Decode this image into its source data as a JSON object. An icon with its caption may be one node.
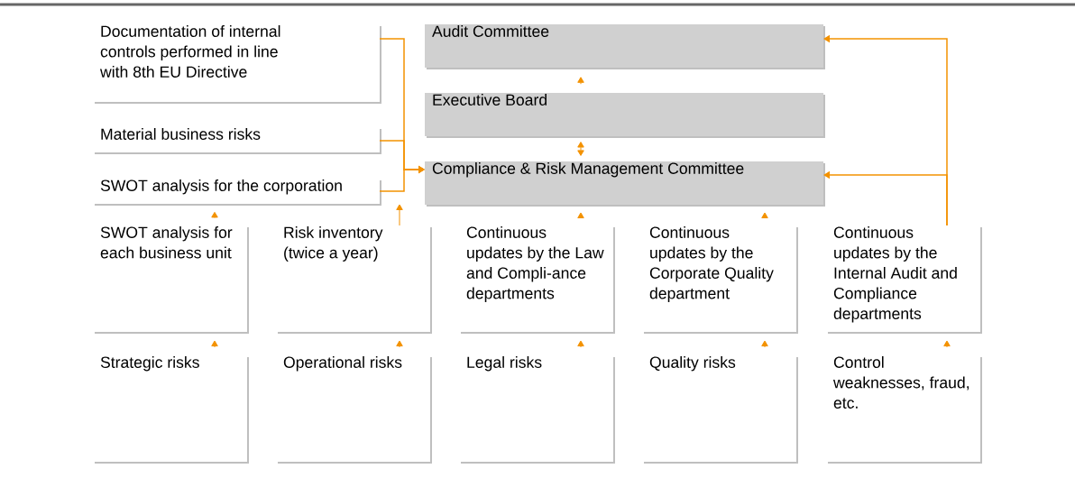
{
  "diagram": {
    "nodes": [
      {
        "text": [
          "Documentation of internal controls performed in line with 8th EU Directive"
        ]
      },
      {
        "text": [
          "Material business risks"
        ]
      },
      {
        "text": [
          "SWOT analysis for the corporation"
        ]
      },
      {
        "text": [
          "Audit Committee"
        ]
      },
      {
        "text": [
          "Executive Board"
        ]
      },
      {
        "text": [
          "Compliance & Risk Management Committee"
        ]
      },
      {
        "text": [
          "SWOT analysis for each business unit"
        ]
      },
      {
        "text": [
          "Risk inventory (twice a year)"
        ]
      },
      {
        "text": [
          "Continuous updates by the Law and Compli-ance departments"
        ]
      },
      {
        "text": [
          "Continuous updates by the Corporate Quality department"
        ]
      },
      {
        "text": [
          "Continuous updates by the Internal Audit and Compliance departments"
        ]
      },
      {
        "text": [
          "Strategic risks"
        ]
      },
      {
        "text": [
          "Operational risks"
        ]
      },
      {
        "text": [
          "Legal risks"
        ]
      },
      {
        "text": [
          "Quality risks"
        ]
      },
      {
        "text": [
          "Control weaknesses, fraud, etc."
        ]
      }
    ],
    "edges": [
      {
        "from": 0,
        "to": 5,
        "arrow": "to"
      },
      {
        "from": 1,
        "to": 5,
        "arrow": "to"
      },
      {
        "from": 2,
        "to": 5,
        "arrow": "to"
      },
      {
        "from": 4,
        "to": 3,
        "arrow": "to"
      },
      {
        "from": 4,
        "to": 5,
        "arrow": "both"
      },
      {
        "from": 10,
        "to": 3,
        "arrow": "to"
      },
      {
        "from": 10,
        "to": 5,
        "arrow": "to"
      },
      {
        "from": 6,
        "to": 2,
        "arrow": "to"
      },
      {
        "from": 7,
        "to": null,
        "arrow": "to"
      },
      {
        "from": 8,
        "to": 5,
        "arrow": "to"
      },
      {
        "from": 9,
        "to": 5,
        "arrow": "to"
      },
      {
        "from": 11,
        "to": 6,
        "arrow": "to"
      },
      {
        "from": 12,
        "to": 7,
        "arrow": "to"
      },
      {
        "from": 13,
        "to": 8,
        "arrow": "to"
      },
      {
        "from": 14,
        "to": 9,
        "arrow": "to"
      },
      {
        "from": 15,
        "to": 10,
        "arrow": "to"
      }
    ]
  }
}
